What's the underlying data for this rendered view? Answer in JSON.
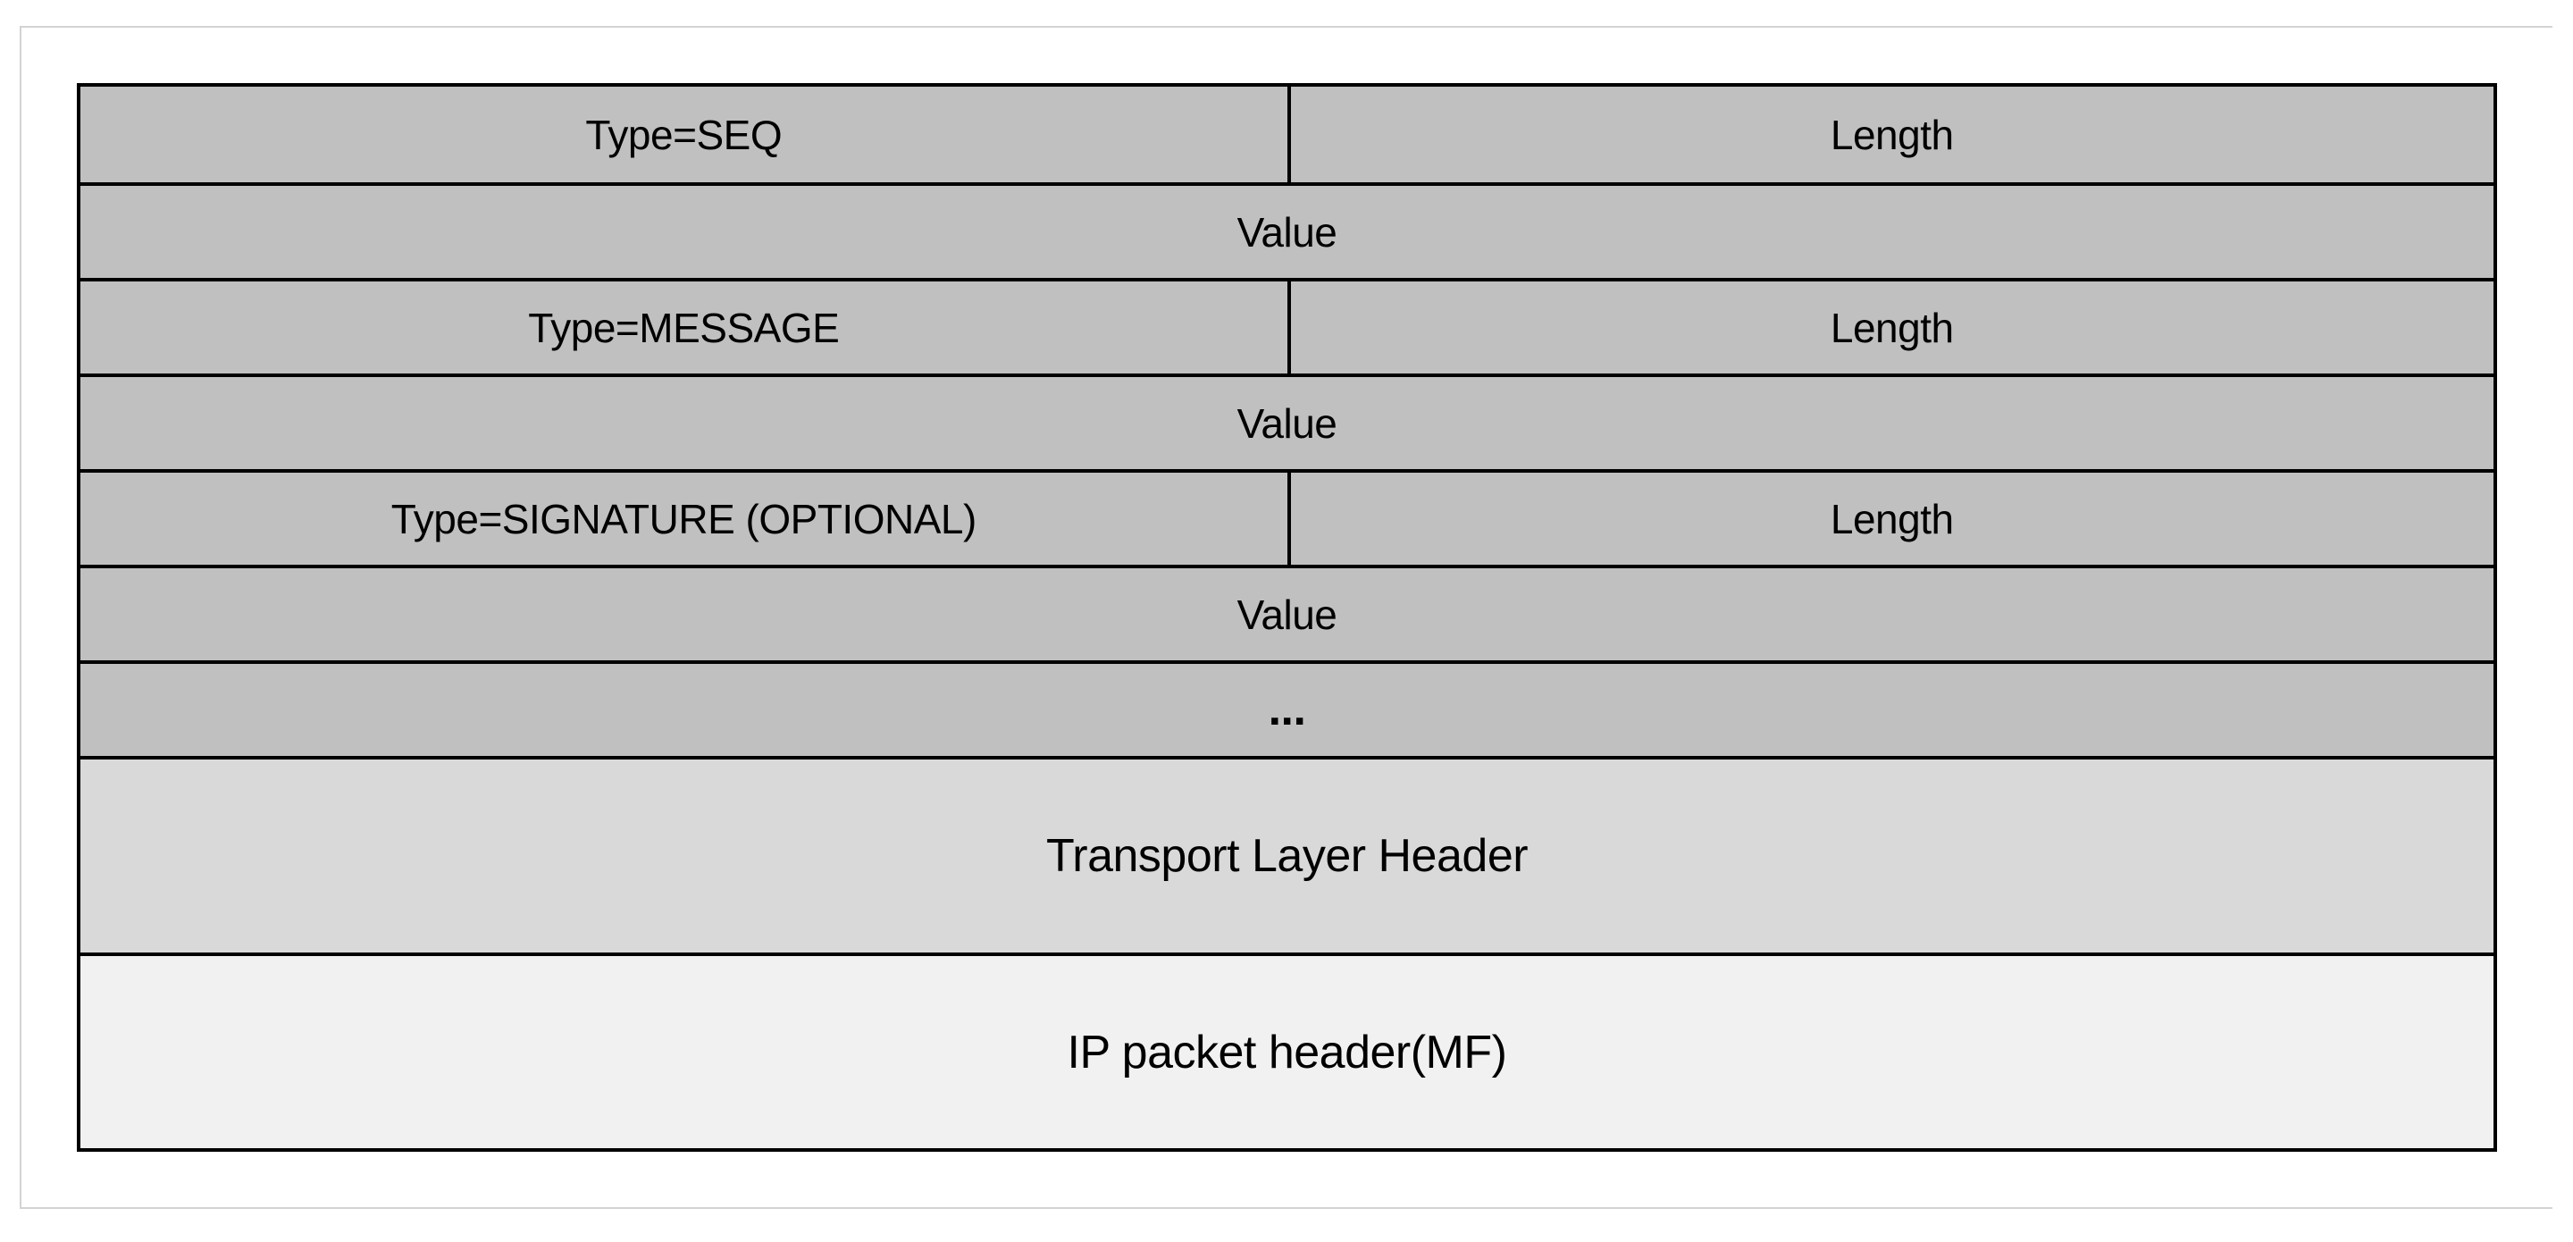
{
  "diagram": {
    "tlv": [
      {
        "type": "Type=SEQ",
        "length": "Length",
        "value": "Value"
      },
      {
        "type": "Type=MESSAGE",
        "length": "Length",
        "value": "Value"
      },
      {
        "type": "Type=SIGNATURE (OPTIONAL)",
        "length": "Length",
        "value": "Value"
      }
    ],
    "ellipsis": "...",
    "transport_header": "Transport Layer Header",
    "ip_header": "IP packet header(MF)",
    "colors": {
      "tlv_fill": "#c0c0c0",
      "transport_fill": "#d9d9d9",
      "ip_fill": "#f1f1f1",
      "line": "#000000",
      "card_border": "#d3d3d3"
    }
  }
}
